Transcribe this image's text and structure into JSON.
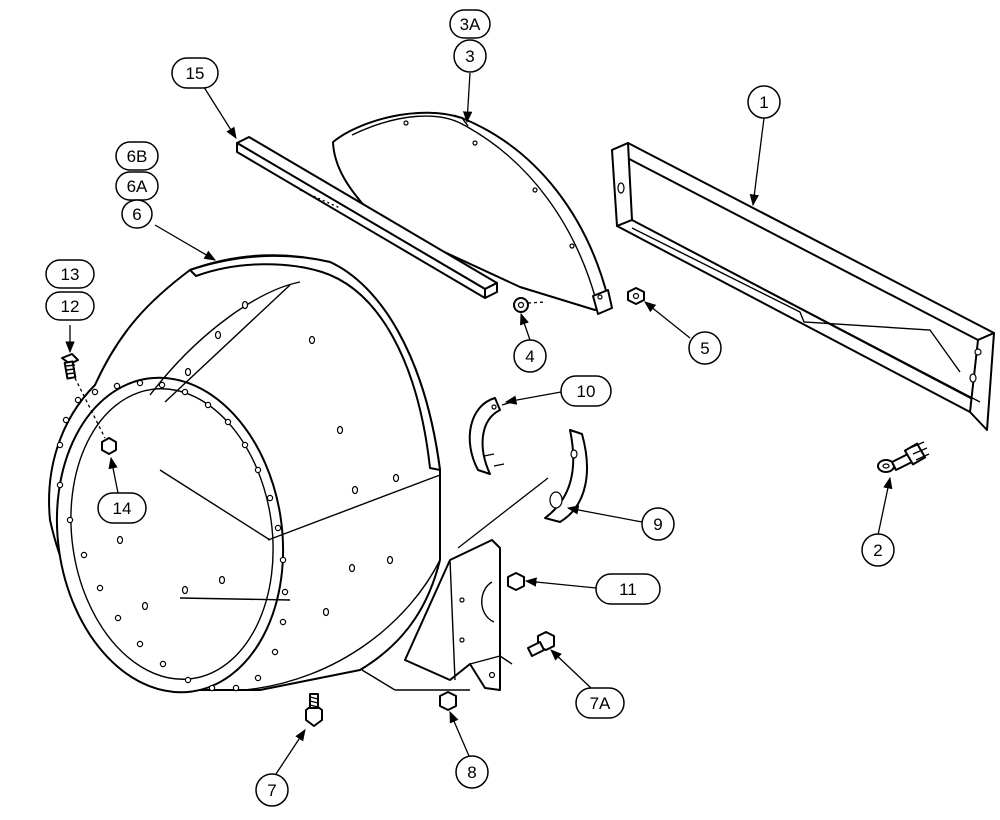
{
  "callouts": {
    "c1": "1",
    "c2": "2",
    "c3": "3",
    "c3a": "3A",
    "c4": "4",
    "c5": "5",
    "c6": "6",
    "c6a": "6A",
    "c6b": "6B",
    "c7": "7",
    "c7a": "7A",
    "c8": "8",
    "c9": "9",
    "c10": "10",
    "c11": "11",
    "c12": "12",
    "c13": "13",
    "c14": "14",
    "c15": "15"
  }
}
